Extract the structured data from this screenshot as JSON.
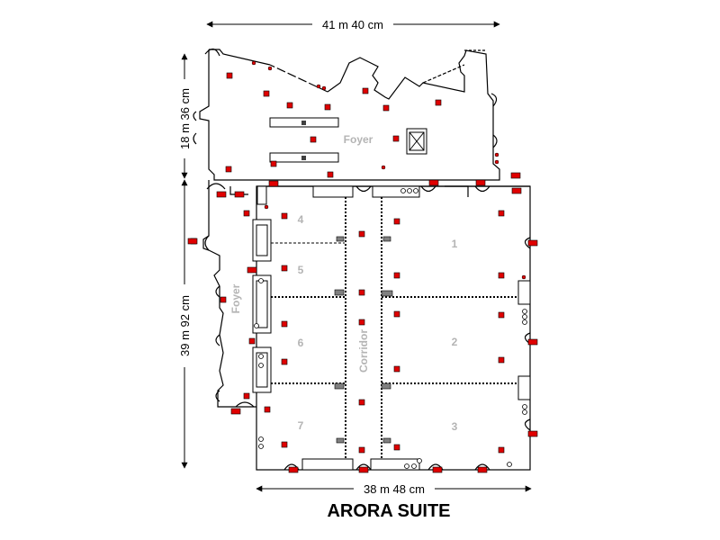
{
  "dimensions": {
    "top_width": "41 m 40 cm",
    "foyer_height": "18 m 36 cm",
    "suite_height": "39 m 92 cm",
    "bottom_width": "38 m 48 cm"
  },
  "areas": {
    "foyer_top": "Foyer",
    "foyer_left": "Foyer",
    "corridor": "Corridor"
  },
  "rooms": {
    "r1": "1",
    "r2": "2",
    "r3": "3",
    "r4": "4",
    "r5": "5",
    "r6": "6",
    "r7": "7"
  },
  "title": "ARORA SUITE",
  "colors": {
    "marker_fill": "#e00000",
    "marker_stroke": "#000000",
    "label_grey": "#b4b4b4",
    "fixture_grey": "#808080"
  }
}
